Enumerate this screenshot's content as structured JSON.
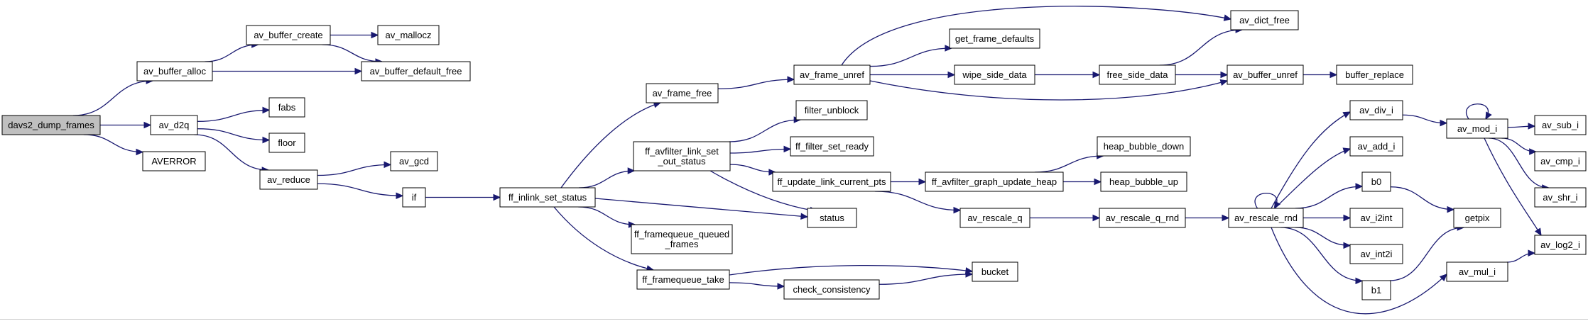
{
  "colors": {
    "edge": "#191970",
    "node_border": "#000000",
    "node_fill": "#ffffff",
    "root_fill": "#bfbfbf"
  },
  "nodes": {
    "davs2_dump_frames": [
      "davs2_dump_frames"
    ],
    "av_buffer_alloc": [
      "av_buffer_alloc"
    ],
    "av_d2q": [
      "av_d2q"
    ],
    "AVERROR": [
      "AVERROR"
    ],
    "av_buffer_create": [
      "av_buffer_create"
    ],
    "av_mallocz": [
      "av_mallocz"
    ],
    "av_buffer_default_free": [
      "av_buffer_default_free"
    ],
    "fabs": [
      "fabs"
    ],
    "floor": [
      "floor"
    ],
    "av_reduce": [
      "av_reduce"
    ],
    "av_gcd": [
      "av_gcd"
    ],
    "if": [
      "if"
    ],
    "ff_inlink_set_status": [
      "ff_inlink_set_status"
    ],
    "av_frame_free": [
      "av_frame_free"
    ],
    "ff_avfilter_link_set_out_status": [
      "ff_avfilter_link_set",
      "_out_status"
    ],
    "ff_framequeue_queued_frames": [
      "ff_framequeue_queued",
      "_frames"
    ],
    "ff_framequeue_take": [
      "ff_framequeue_take"
    ],
    "av_frame_unref": [
      "av_frame_unref"
    ],
    "filter_unblock": [
      "filter_unblock"
    ],
    "ff_filter_set_ready": [
      "ff_filter_set_ready"
    ],
    "ff_update_link_current_pts": [
      "ff_update_link_current_pts"
    ],
    "status": [
      "status"
    ],
    "check_consistency": [
      "check_consistency"
    ],
    "bucket": [
      "bucket"
    ],
    "av_dict_free": [
      "av_dict_free"
    ],
    "get_frame_defaults": [
      "get_frame_defaults"
    ],
    "wipe_side_data": [
      "wipe_side_data"
    ],
    "free_side_data": [
      "free_side_data"
    ],
    "av_buffer_unref": [
      "av_buffer_unref"
    ],
    "buffer_replace": [
      "buffer_replace"
    ],
    "ff_avfilter_graph_update_heap": [
      "ff_avfilter_graph_update_heap"
    ],
    "heap_bubble_down": [
      "heap_bubble_down"
    ],
    "heap_bubble_up": [
      "heap_bubble_up"
    ],
    "av_rescale_q": [
      "av_rescale_q"
    ],
    "av_rescale_q_rnd": [
      "av_rescale_q_rnd"
    ],
    "av_rescale_rnd": [
      "av_rescale_rnd"
    ],
    "av_div_i": [
      "av_div_i"
    ],
    "av_add_i": [
      "av_add_i"
    ],
    "b0": [
      "b0"
    ],
    "av_i2int": [
      "av_i2int"
    ],
    "av_int2i": [
      "av_int2i"
    ],
    "b1": [
      "b1"
    ],
    "av_mod_i": [
      "av_mod_i"
    ],
    "getpix": [
      "getpix"
    ],
    "av_mul_i": [
      "av_mul_i"
    ],
    "av_sub_i": [
      "av_sub_i"
    ],
    "av_cmp_i": [
      "av_cmp_i"
    ],
    "av_shr_i": [
      "av_shr_i"
    ],
    "av_log2_i": [
      "av_log2_i"
    ]
  },
  "edges": [
    [
      "davs2_dump_frames",
      "av_buffer_alloc"
    ],
    [
      "davs2_dump_frames",
      "av_d2q"
    ],
    [
      "davs2_dump_frames",
      "AVERROR"
    ],
    [
      "av_buffer_alloc",
      "av_buffer_create"
    ],
    [
      "av_buffer_alloc",
      "av_buffer_default_free"
    ],
    [
      "av_buffer_create",
      "av_mallocz"
    ],
    [
      "av_buffer_create",
      "av_buffer_default_free"
    ],
    [
      "av_d2q",
      "fabs"
    ],
    [
      "av_d2q",
      "floor"
    ],
    [
      "av_d2q",
      "av_reduce"
    ],
    [
      "av_reduce",
      "av_gcd"
    ],
    [
      "av_reduce",
      "if"
    ],
    [
      "if",
      "ff_inlink_set_status"
    ],
    [
      "ff_inlink_set_status",
      "av_frame_free"
    ],
    [
      "ff_inlink_set_status",
      "ff_avfilter_link_set_out_status"
    ],
    [
      "ff_inlink_set_status",
      "ff_framequeue_queued_frames"
    ],
    [
      "ff_inlink_set_status",
      "ff_framequeue_take"
    ],
    [
      "ff_inlink_set_status",
      "status"
    ],
    [
      "av_frame_free",
      "av_frame_unref"
    ],
    [
      "av_frame_unref",
      "av_dict_free"
    ],
    [
      "av_frame_unref",
      "get_frame_defaults"
    ],
    [
      "av_frame_unref",
      "wipe_side_data"
    ],
    [
      "av_frame_unref",
      "av_buffer_unref"
    ],
    [
      "wipe_side_data",
      "free_side_data"
    ],
    [
      "free_side_data",
      "av_dict_free"
    ],
    [
      "free_side_data",
      "av_buffer_unref"
    ],
    [
      "av_buffer_unref",
      "buffer_replace"
    ],
    [
      "ff_avfilter_link_set_out_status",
      "filter_unblock"
    ],
    [
      "ff_avfilter_link_set_out_status",
      "ff_filter_set_ready"
    ],
    [
      "ff_avfilter_link_set_out_status",
      "ff_update_link_current_pts"
    ],
    [
      "ff_avfilter_link_set_out_status",
      "status"
    ],
    [
      "ff_update_link_current_pts",
      "ff_avfilter_graph_update_heap"
    ],
    [
      "ff_update_link_current_pts",
      "av_rescale_q"
    ],
    [
      "ff_avfilter_graph_update_heap",
      "heap_bubble_down"
    ],
    [
      "ff_avfilter_graph_update_heap",
      "heap_bubble_up"
    ],
    [
      "av_rescale_q",
      "av_rescale_q_rnd"
    ],
    [
      "av_rescale_q_rnd",
      "av_rescale_rnd"
    ],
    [
      "ff_framequeue_take",
      "bucket"
    ],
    [
      "ff_framequeue_take",
      "check_consistency"
    ],
    [
      "check_consistency",
      "bucket"
    ],
    [
      "av_rescale_rnd",
      "av_div_i"
    ],
    [
      "av_rescale_rnd",
      "av_add_i"
    ],
    [
      "av_rescale_rnd",
      "b0"
    ],
    [
      "av_rescale_rnd",
      "av_i2int"
    ],
    [
      "av_rescale_rnd",
      "av_int2i"
    ],
    [
      "av_rescale_rnd",
      "b1"
    ],
    [
      "av_rescale_rnd",
      "av_mul_i"
    ],
    [
      "av_rescale_rnd",
      "av_rescale_rnd"
    ],
    [
      "av_div_i",
      "av_mod_i"
    ],
    [
      "av_mod_i",
      "av_mod_i"
    ],
    [
      "av_mod_i",
      "av_sub_i"
    ],
    [
      "av_mod_i",
      "av_cmp_i"
    ],
    [
      "av_mod_i",
      "av_shr_i"
    ],
    [
      "av_mod_i",
      "av_log2_i"
    ],
    [
      "b0",
      "getpix"
    ],
    [
      "b1",
      "getpix"
    ],
    [
      "av_mul_i",
      "av_log2_i"
    ]
  ]
}
